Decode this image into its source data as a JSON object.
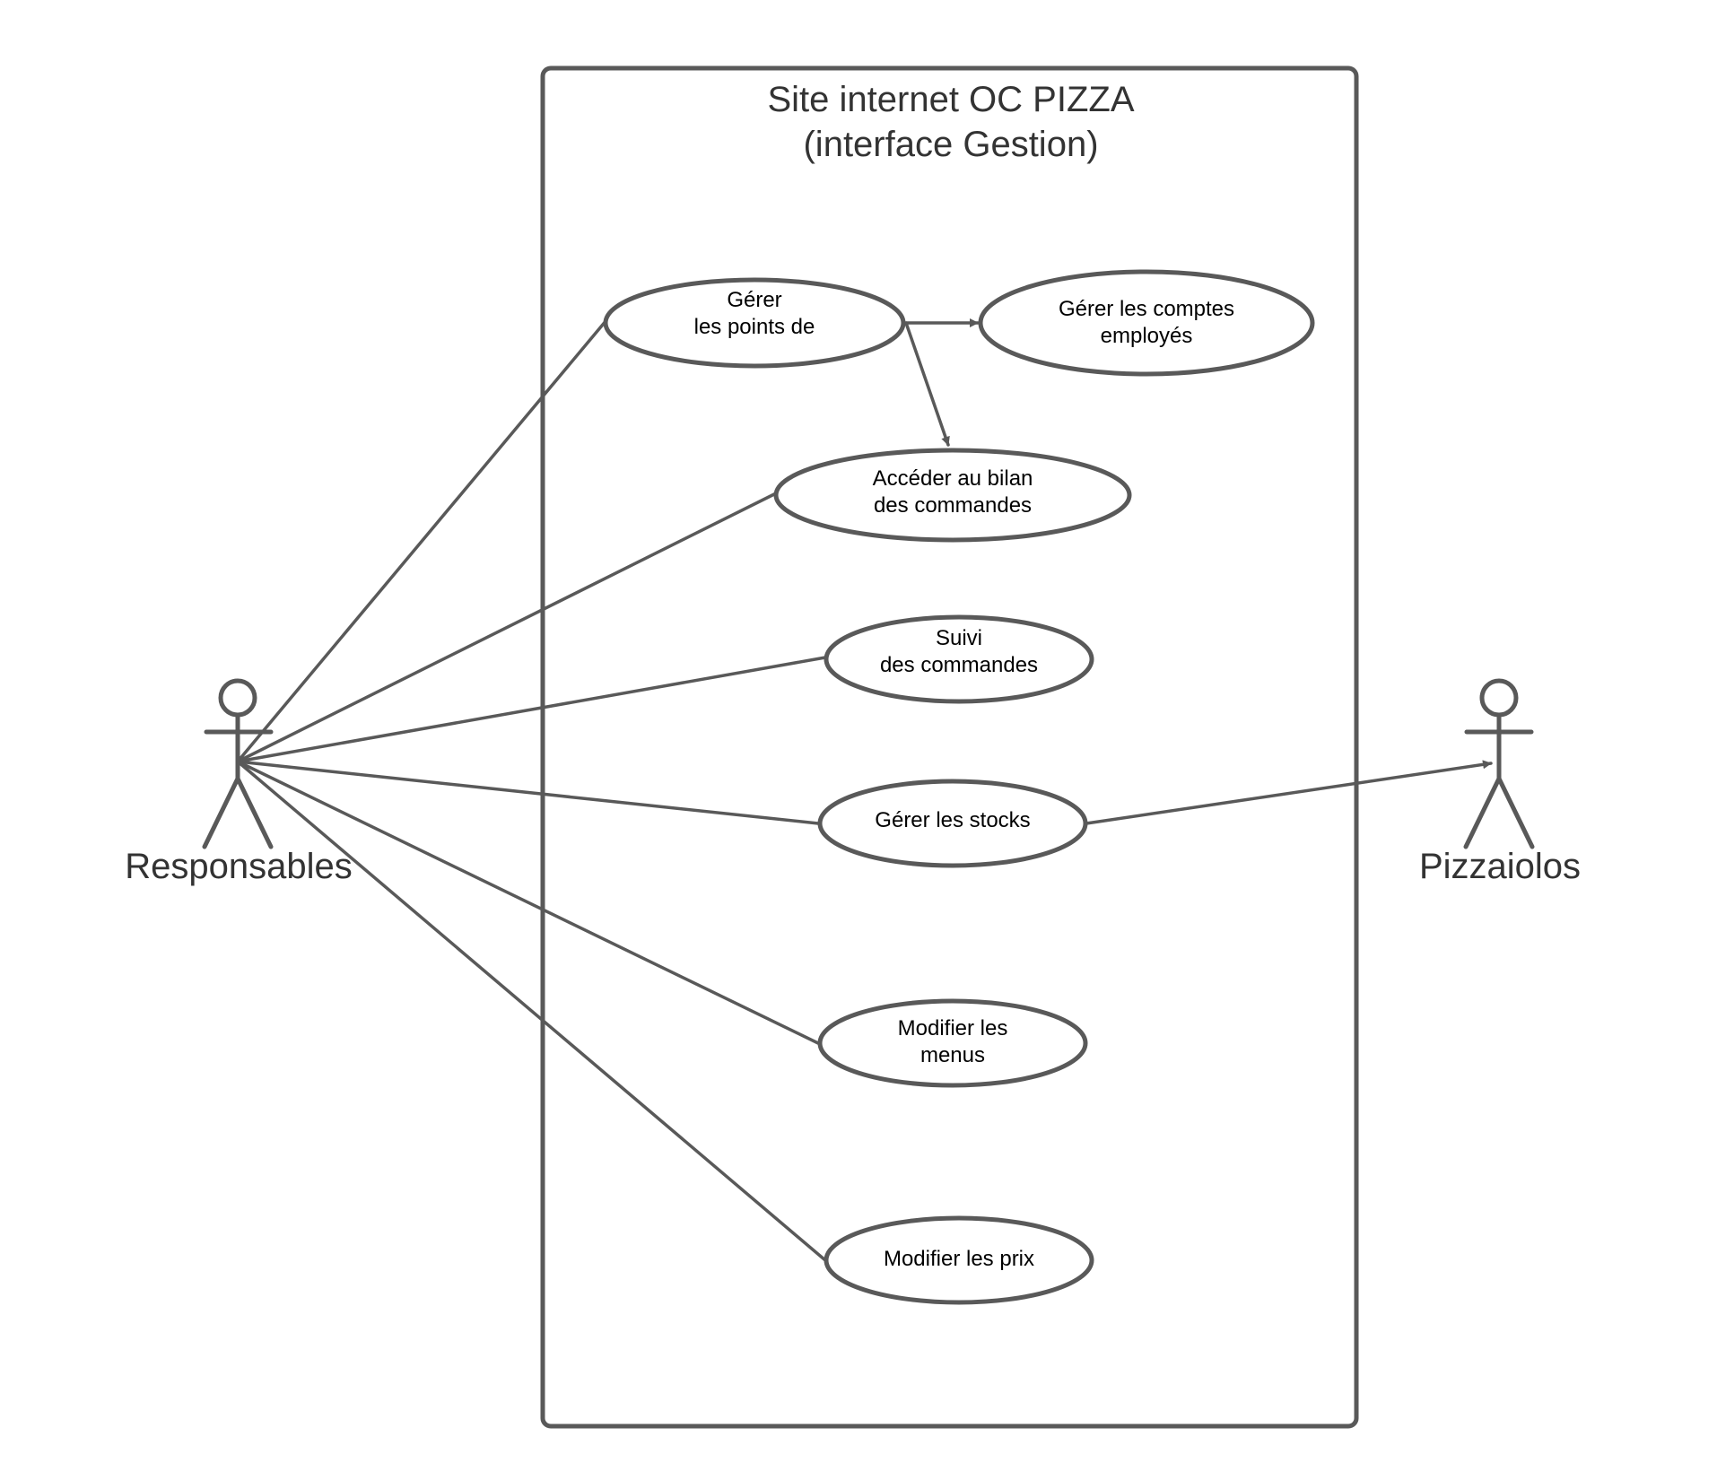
{
  "diagram": {
    "system": {
      "title_line1": "Site internet OC PIZZA",
      "title_line2": "(interface Gestion)"
    },
    "actors": [
      {
        "id": "responsables",
        "label": "Responsables"
      },
      {
        "id": "pizzaiolos",
        "label": "Pizzaiolos"
      }
    ],
    "use_cases": [
      {
        "id": "gerer-points",
        "lines": [
          "Gérer",
          "les points de"
        ]
      },
      {
        "id": "gerer-comptes",
        "lines": [
          "Gérer les comptes",
          "employés"
        ]
      },
      {
        "id": "acceder-bilan",
        "lines": [
          "Accéder au bilan",
          "des commandes"
        ]
      },
      {
        "id": "suivi-commandes",
        "lines": [
          "Suivi",
          "des commandes"
        ]
      },
      {
        "id": "gerer-stocks",
        "lines": [
          "Gérer les stocks"
        ]
      },
      {
        "id": "modifier-menus",
        "lines": [
          "Modifier les",
          "menus"
        ]
      },
      {
        "id": "modifier-prix",
        "lines": [
          "Modifier les prix"
        ]
      }
    ],
    "colors": {
      "stroke": "#595959",
      "title_text": "#333333",
      "usecase_text": "#000000",
      "background": "#ffffff"
    }
  }
}
